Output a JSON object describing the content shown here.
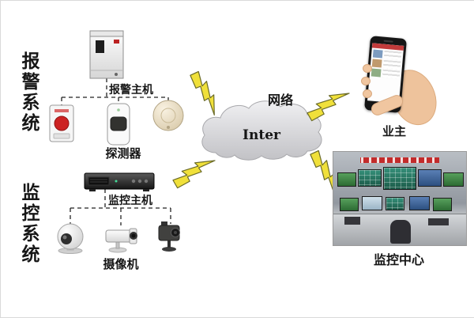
{
  "labels": {
    "alarm_system": "报警系统",
    "monitoring_system": "监控系统",
    "alarm_host": "报警主机",
    "detectors": "探测器",
    "monitor_host": "监控主机",
    "cameras": "摄像机",
    "network": "网络",
    "internet": "Inter",
    "owner": "业主",
    "monitoring_center": "监控中心"
  },
  "colors": {
    "lightning_yellow": "#f0e03a",
    "cloud_gray": "#d8d8db",
    "panic_button_red": "#cc2222",
    "banner_red": "#c22b2b"
  }
}
